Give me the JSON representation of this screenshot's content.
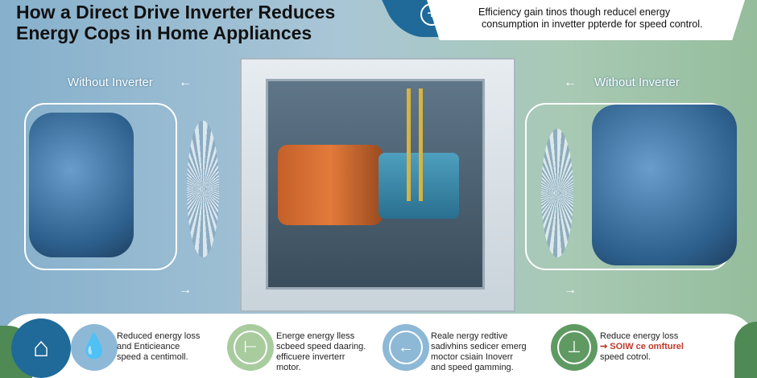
{
  "title": "How a Direct Drive Inverter Reduces Energy Cops in Home Appliances",
  "banner": {
    "icon": "plus-circle-icon",
    "text_line1": "Efficiency gain tinos though reducel energy",
    "text_line2": "consumption in invetter ppterde for speed control."
  },
  "left_label": "Without Inverter",
  "right_label": "Without Inverter",
  "features": [
    {
      "icon": "water-drop-icon",
      "lines": [
        "Reduced energy loss",
        "and Enticieance",
        "speed a centimoll."
      ]
    },
    {
      "icon": "clock-icon",
      "lines": [
        "Energe energy lless",
        "scbeed speed daaring.",
        "efficuere inverterr",
        "motor."
      ]
    },
    {
      "icon": "arrow-left-icon",
      "lines": [
        "Reale nergy redtive",
        "sadivhins sedicer emerg",
        "moctor csiain Inoverr",
        "and speed gamming."
      ]
    },
    {
      "icon": "timer-icon",
      "lines": [
        "Reduce energy loss",
        "⇝ SOIW ce omfturel",
        "speed cotrol."
      ]
    }
  ],
  "colors": {
    "dark_blue": "#1f6a99",
    "light_blue": "#8db8d6",
    "green": "#5f9a62",
    "light_green": "#a9cc9f"
  }
}
